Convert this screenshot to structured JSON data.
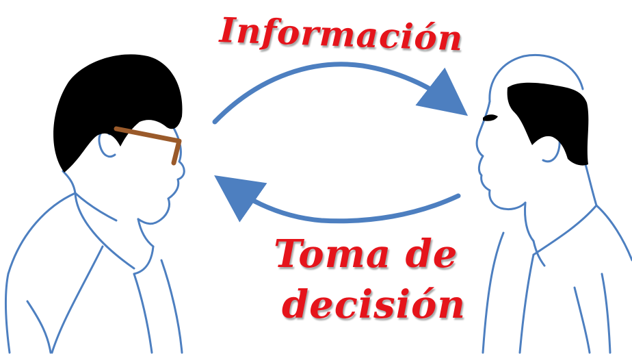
{
  "labels": {
    "top": "Información",
    "bottom_line1": "Toma de",
    "bottom_line2": "decisión"
  },
  "colors": {
    "label": "#e5141b",
    "arrow": "#4d7fc0",
    "outline": "#4d7fc0",
    "hair": "#000000",
    "glasses": "#9a5a2a"
  }
}
